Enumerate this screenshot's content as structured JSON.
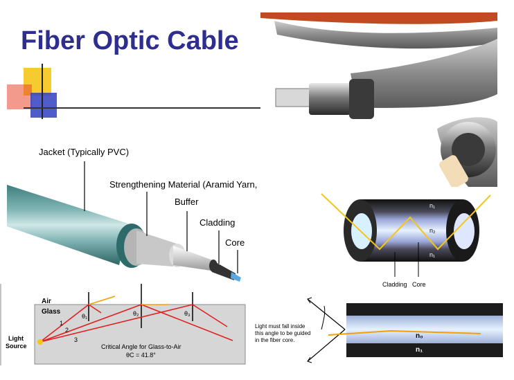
{
  "slide": {
    "title": "Fiber Optic Cable",
    "colors": {
      "title": "#2E2E8E",
      "accent_yellow": "#F5C518",
      "accent_red": "#E03020",
      "accent_blue": "#3040C0",
      "ray_red": "#E02020",
      "ray_orange": "#F5A000"
    }
  },
  "cable_layers": {
    "jacket": "Jacket (Typically PVC)",
    "strengthening": "Strengthening Material (Aramid Yarn,",
    "buffer": "Buffer",
    "cladding": "Cladding",
    "core": "Core"
  },
  "tir_diagram": {
    "n1_top": "n₁",
    "n2": "n₂",
    "n1_bottom": "n₁",
    "cladding": "Cladding",
    "core": "Core"
  },
  "refraction_diagram": {
    "air": "Air",
    "glass": "Glass",
    "theta1": "θ₁",
    "theta2": "θ₂",
    "theta3": "θ₃",
    "ray1": "1",
    "ray2": "2",
    "ray3": "3",
    "light_source_1": "Light",
    "light_source_2": "Source",
    "critical_title": "Critical Angle for Glass-to-Air",
    "critical_value": "θC = 41.8°"
  },
  "acceptance_diagram": {
    "note_line1": "Light must fall inside",
    "note_line2": "this angle to be guided",
    "note_line3": "in the fiber core.",
    "n0": "n₀",
    "n1": "n₁"
  }
}
